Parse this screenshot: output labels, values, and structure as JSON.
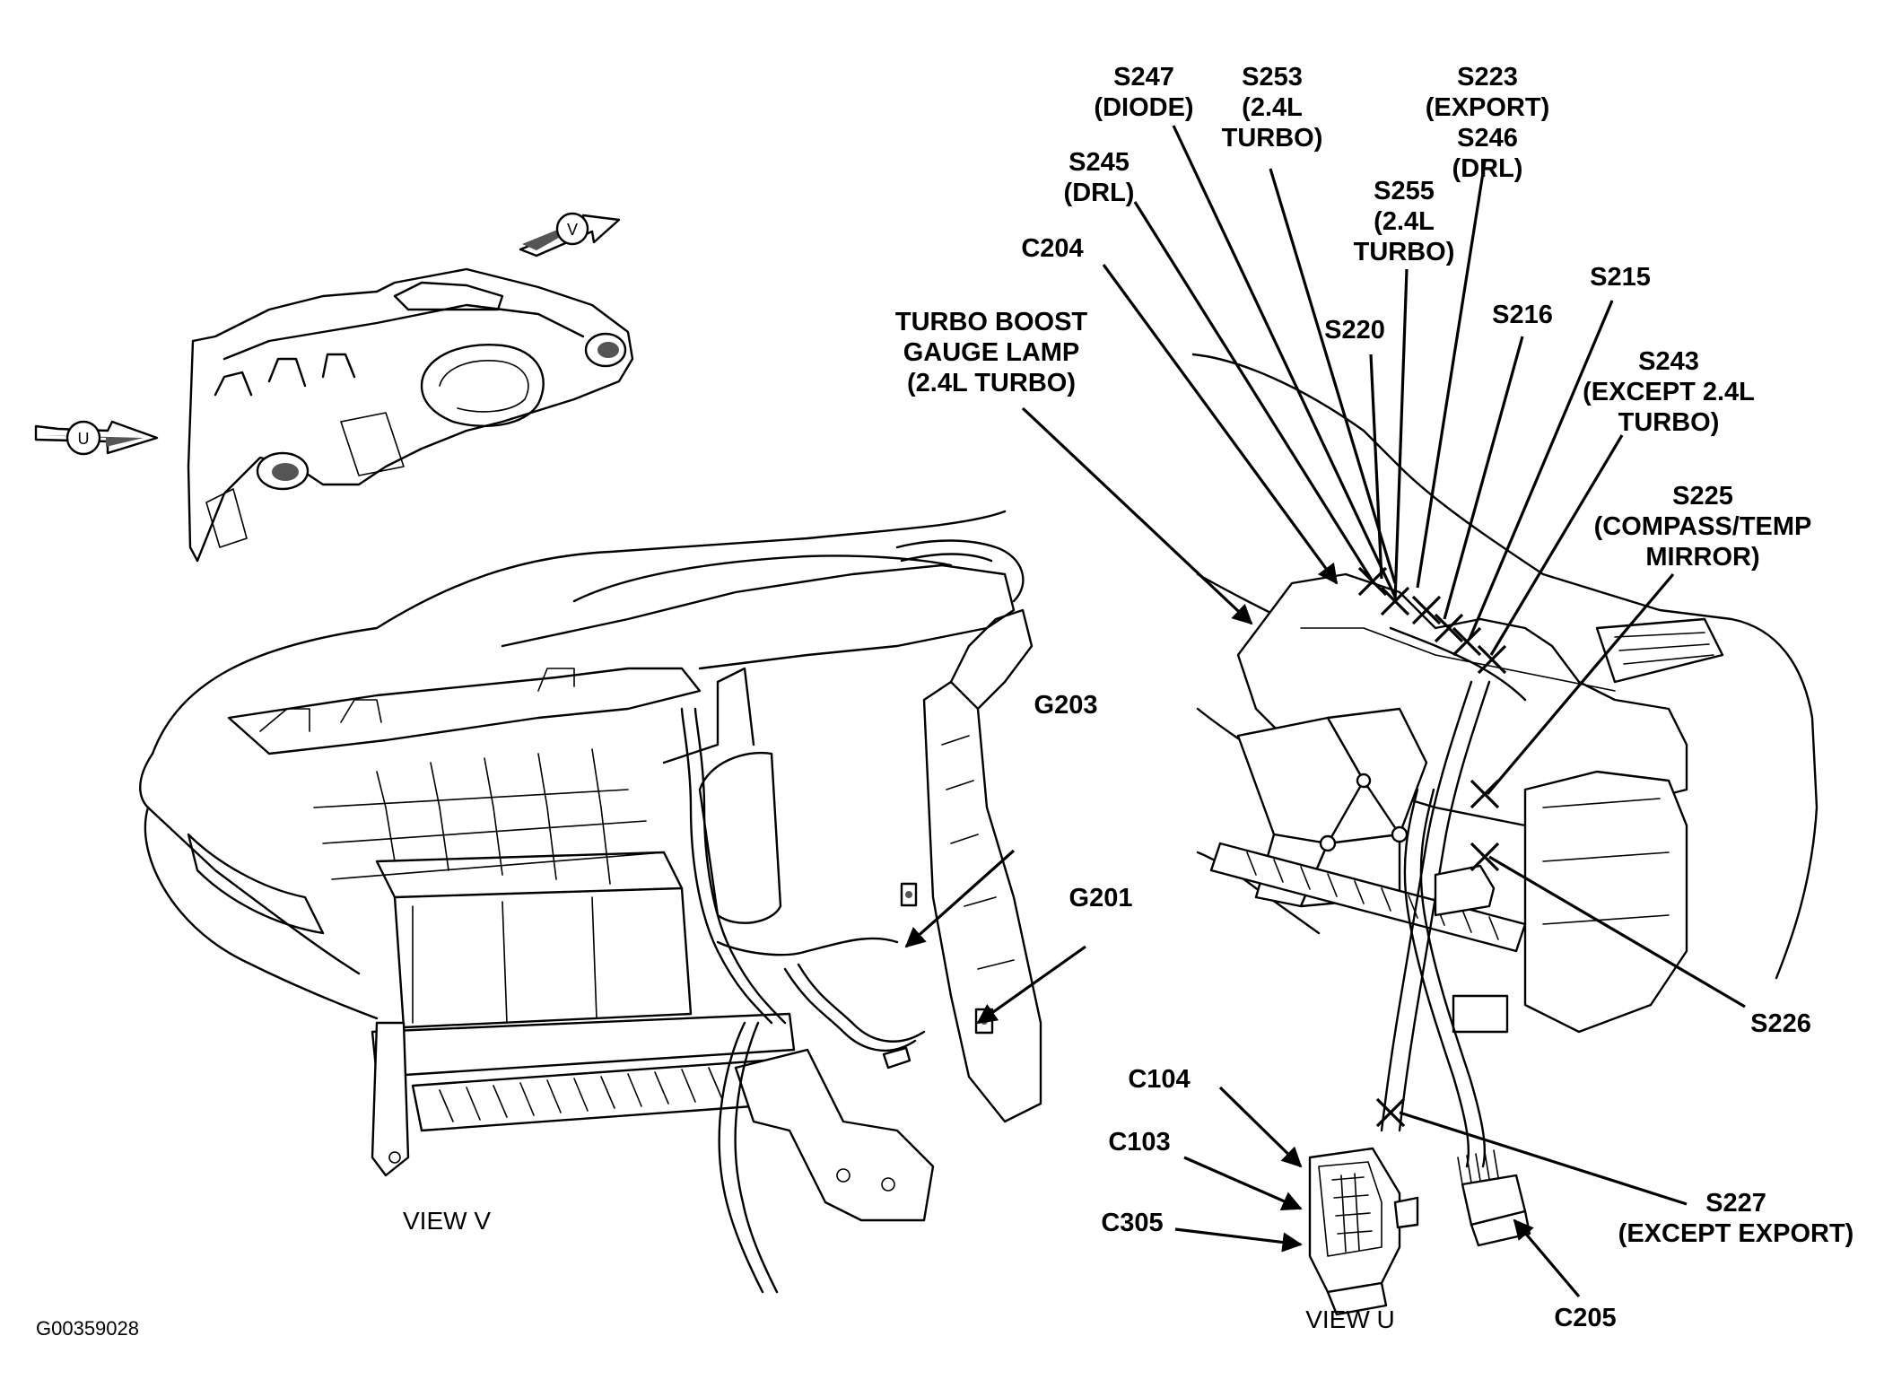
{
  "figure_id": "G00359028",
  "views": {
    "v_label": "VIEW V",
    "u_label": "VIEW U",
    "v_arrow_letter": "V",
    "u_arrow_letter": "U"
  },
  "view_v_callouts": {
    "turbo_lamp": [
      "TURBO BOOST",
      "GAUGE LAMP",
      "(2.4L TURBO)"
    ],
    "g203": "G203",
    "g201": "G201"
  },
  "view_u_callouts": {
    "c204": "C204",
    "s245": [
      "S245",
      "(DRL)"
    ],
    "s247": [
      "S247",
      "(DIODE)"
    ],
    "s253": [
      "S253",
      "(2.4L",
      "TURBO)"
    ],
    "s223_s246": [
      "S223",
      "(EXPORT)",
      "S246",
      "(DRL)"
    ],
    "s255": [
      "S255",
      "(2.4L",
      "TURBO)"
    ],
    "s220": "S220",
    "s216": "S216",
    "s215": "S215",
    "s243": [
      "S243",
      "(EXCEPT 2.4L",
      "TURBO)"
    ],
    "s225": [
      "S225",
      "(COMPASS/TEMP",
      "MIRROR)"
    ],
    "s226": "S226",
    "c104": "C104",
    "c103": "C103",
    "c305": "C305",
    "s227": [
      "S227",
      "(EXCEPT EXPORT)"
    ],
    "c205": "C205"
  }
}
